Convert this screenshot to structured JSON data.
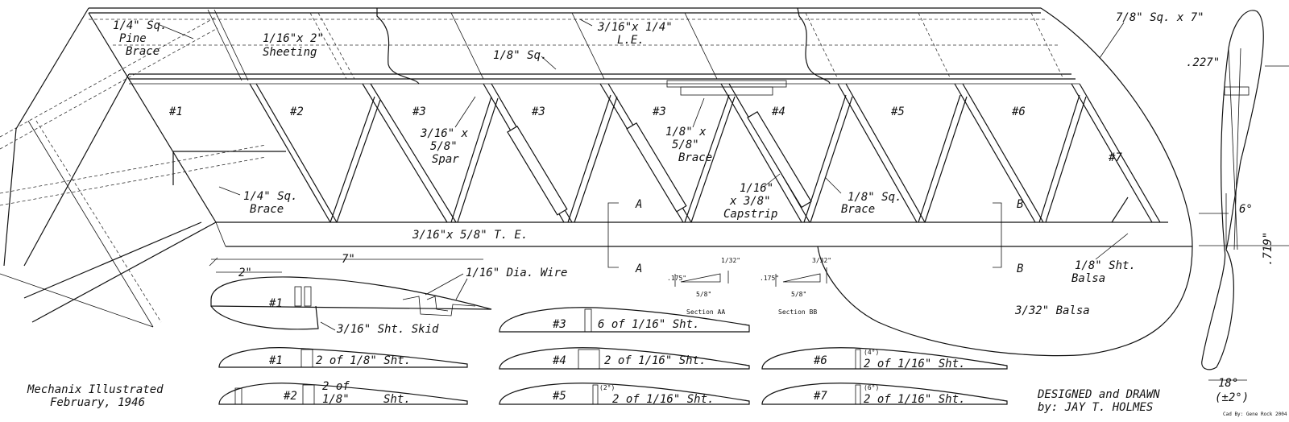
{
  "labels": {
    "pine_brace": [
      "1/4\" Sq.",
      "Pine",
      "Brace"
    ],
    "sheeting": [
      "1/16\"x 2\"",
      "Sheeting"
    ],
    "le": [
      "3/16\"x 1/4\"",
      "L.E."
    ],
    "tip_block": "7/8\" Sq. x 7\"",
    "eighth_sq": "1/8\" Sq.",
    "spar": [
      "3/16\" x",
      "5/8\"",
      "Spar"
    ],
    "brace_158": [
      "1/8\" x",
      "5/8\"",
      "Brace"
    ],
    "capstrip": [
      "1/16\"",
      "x 3/8\"",
      "Capstrip"
    ],
    "quarter_brace": [
      "1/4\" Sq.",
      "Brace"
    ],
    "eighth_brace": [
      "1/8\" Sq.",
      "Brace"
    ],
    "te": "3/16\"x 5/8\"  T. E.",
    "sheet_balsa": [
      "1/8\" Sht.",
      "Balsa"
    ],
    "balsa_332": "3/32\" Balsa",
    "seven": "7\"",
    "two": "2\"",
    "wire": "1/16\" Dia. Wire",
    "skid": "3/16\" Sht. Skid",
    "sec_a": "A",
    "sec_b": "B",
    "section_aa": "Section AA",
    "section_bb": "Section BB",
    "d175a": ".175\"",
    "d175b": ".175\"",
    "d58a": "5/8\"",
    "d58b": "5/8\"",
    "d132": "1/32\"",
    "d316": "3/32\"",
    "d227": ".227\"",
    "d719": ".719\"",
    "six_deg": "6°",
    "eighteen_deg": "18°",
    "pm_deg": "(±2°)",
    "source": [
      "Mechanix Illustrated",
      "February, 1946"
    ],
    "designer": [
      "DESIGNED and DRAWN",
      "by: JAY T. HOLMES"
    ],
    "cad_credit": "Cad By: Gene Rock  2004"
  },
  "bays": [
    "#1",
    "#2",
    "#3",
    "#3",
    "#3",
    "#4",
    "#5",
    "#6",
    "#7"
  ],
  "ribs": {
    "r1_top": "#1",
    "r3": [
      "#3",
      "6 of 1/16\" Sht."
    ],
    "r1": [
      "#1",
      "2 of 1/8\" Sht."
    ],
    "r4": [
      "#4",
      "2 of 1/16\" Sht."
    ],
    "r6": [
      "#6",
      "(4°)",
      "2 of 1/16\" Sht."
    ],
    "r2": [
      "#2",
      "2 of",
      "1/8\"",
      "Sht."
    ],
    "r5": [
      "#5",
      "(2°)",
      "2 of 1/16\" Sht."
    ],
    "r7": [
      "#7",
      "(6°)",
      "2 of 1/16\" Sht."
    ]
  }
}
